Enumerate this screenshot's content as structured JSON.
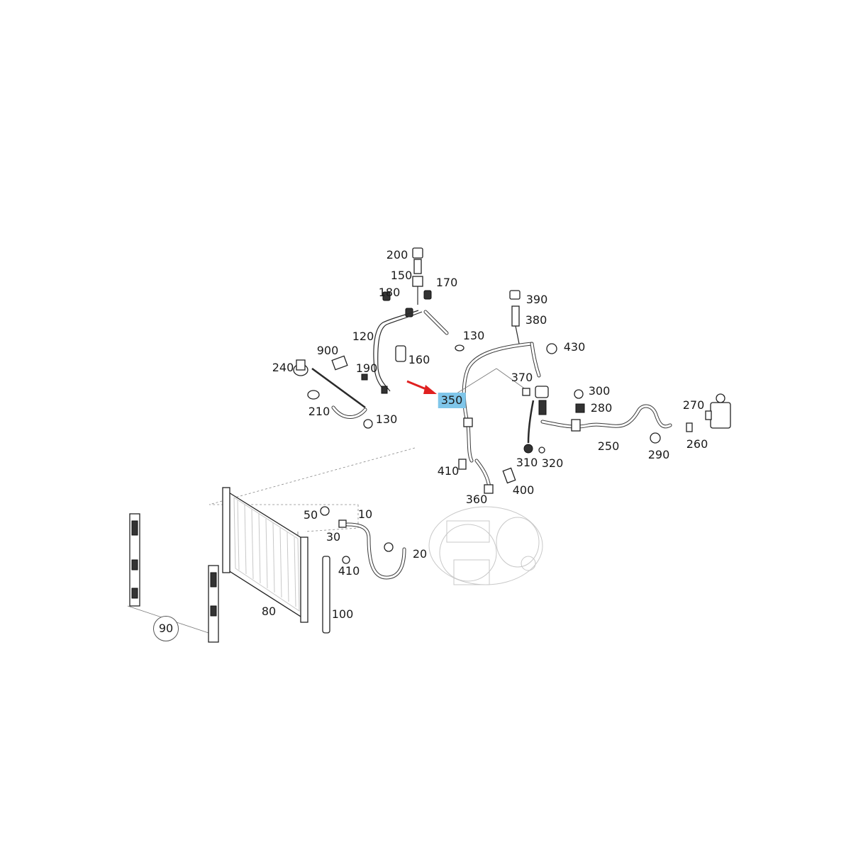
{
  "diagram": {
    "accent_color": "#7fc6ea",
    "arrow_color": "#e02020",
    "callouts": {
      "c200": "200",
      "c150": "150",
      "c170": "170",
      "c180": "180",
      "c390": "390",
      "c380": "380",
      "c120": "120",
      "c130a": "130",
      "c430": "430",
      "c900": "900",
      "c160": "160",
      "c240": "240",
      "c190": "190",
      "c370": "370",
      "c300": "300",
      "c350": "350",
      "c280": "280",
      "c270": "270",
      "c210": "210",
      "c130b": "130",
      "c250": "250",
      "c260": "260",
      "c290": "290",
      "c310": "310",
      "c320": "320",
      "c410a": "410",
      "c400": "400",
      "c360": "360",
      "c50": "50",
      "c10": "10",
      "c30": "30",
      "c20": "20",
      "c410b": "410",
      "c80": "80",
      "c100": "100",
      "c90": "90"
    }
  }
}
